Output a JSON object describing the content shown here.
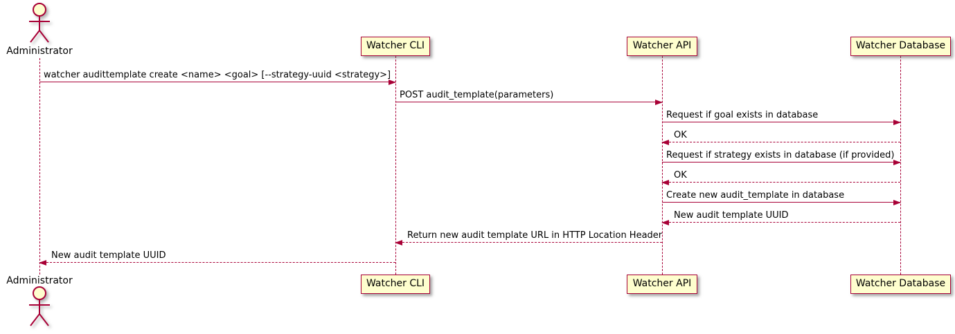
{
  "diagram": {
    "type": "sequence",
    "colors": {
      "participant_fill": "#FEFECE",
      "stroke": "#A80036",
      "text": "#000000",
      "background": "#FFFFFF"
    },
    "participants": [
      {
        "label": "Administrator",
        "type": "actor"
      },
      {
        "label": "Watcher CLI",
        "type": "participant"
      },
      {
        "label": "Watcher API",
        "type": "participant"
      },
      {
        "label": "Watcher Database",
        "type": "participant"
      }
    ],
    "messages": [
      {
        "from": "Administrator",
        "to": "Watcher CLI",
        "style": "solid",
        "label": "watcher audittemplate create <name> <goal> [--strategy-uuid <strategy>]"
      },
      {
        "from": "Watcher CLI",
        "to": "Watcher API",
        "style": "solid",
        "label": "POST audit_template(parameters)"
      },
      {
        "from": "Watcher API",
        "to": "Watcher Database",
        "style": "solid",
        "label": "Request if goal exists in database"
      },
      {
        "from": "Watcher Database",
        "to": "Watcher API",
        "style": "dashed",
        "label": "OK"
      },
      {
        "from": "Watcher API",
        "to": "Watcher Database",
        "style": "solid",
        "label": "Request if strategy exists in database (if provided)"
      },
      {
        "from": "Watcher Database",
        "to": "Watcher API",
        "style": "dashed",
        "label": "OK"
      },
      {
        "from": "Watcher API",
        "to": "Watcher Database",
        "style": "solid",
        "label": "Create new audit_template in database"
      },
      {
        "from": "Watcher Database",
        "to": "Watcher API",
        "style": "dashed",
        "label": "New audit template UUID"
      },
      {
        "from": "Watcher API",
        "to": "Watcher CLI",
        "style": "dashed",
        "label": "Return new audit template URL in HTTP Location Header"
      },
      {
        "from": "Watcher CLI",
        "to": "Administrator",
        "style": "dashed",
        "label": "New audit template UUID"
      }
    ]
  }
}
